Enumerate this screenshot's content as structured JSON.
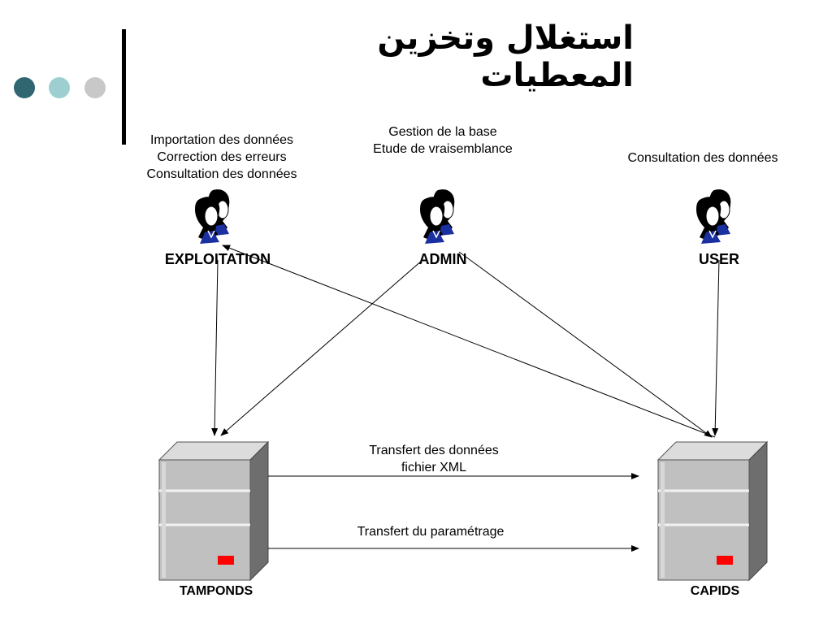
{
  "title": "استغلال وتخزين المعطيات",
  "colors": {
    "dot1": "#2f6670",
    "dot2": "#9ecfd0",
    "dot3": "#c8c8c8",
    "server": "#c0c0c0",
    "server_dark": "#6e6e6e",
    "led": "#ff0000"
  },
  "actors": {
    "exploitation": {
      "label": "EXPLOITATION",
      "tasks": [
        "Importation des données",
        "Correction des erreurs",
        "Consultation des données"
      ]
    },
    "admin": {
      "label": "ADMIN",
      "tasks": [
        "Gestion de la base",
        "Etude de vraisemblance"
      ]
    },
    "user": {
      "label": "USER",
      "tasks": [
        "Consultation des données"
      ]
    }
  },
  "servers": {
    "tamponds": {
      "label": "TAMPONDS"
    },
    "capids": {
      "label": "CAPIDS"
    }
  },
  "flows": {
    "data_transfer": [
      "Transfert des données",
      "fichier XML"
    ],
    "param_transfer": "Transfert du paramétrage"
  }
}
